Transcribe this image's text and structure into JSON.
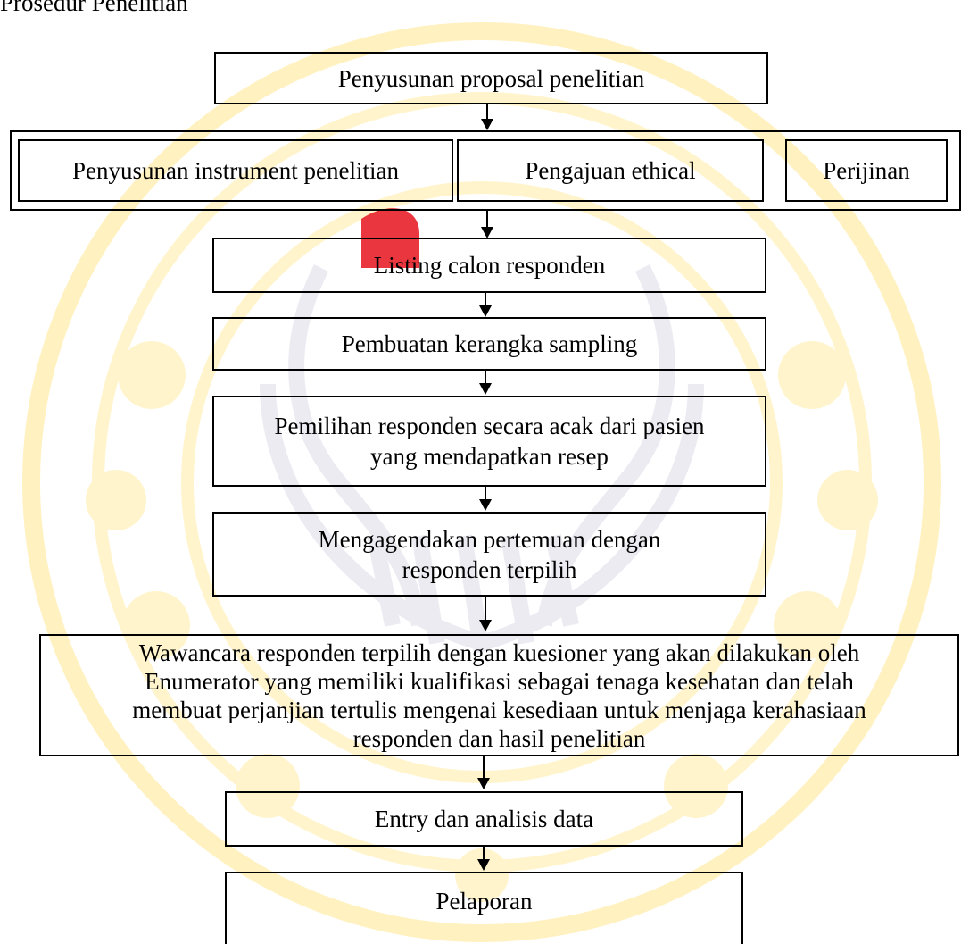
{
  "heading": "Prosedur Penelitian",
  "steps": {
    "proposal": "Penyusunan proposal penelitian",
    "instrument": "Penyusunan instrument penelitian",
    "ethical": "Pengajuan ethical",
    "perijinan": "Perijinan",
    "listing": "Listing calon responden",
    "sampling_frame": "Pembuatan kerangka sampling",
    "random_selection_line1": "Pemilihan responden secara acak dari pasien",
    "random_selection_line2": "yang mendapatkan resep",
    "meeting_line1": "Mengagendakan pertemuan dengan",
    "meeting_line2": "responden terpilih",
    "interview_line1": "Wawancara responden terpilih dengan kuesioner yang akan dilakukan oleh",
    "interview_line2": "Enumerator yang memiliki kualifikasi sebagai tenaga kesehatan dan telah",
    "interview_line3": "membuat perjanjian tertulis mengenai kesediaan untuk menjaga kerahasiaan",
    "interview_line4": "responden dan hasil penelitian",
    "entry": "Entry dan analisis data",
    "report": "Pelaporan"
  },
  "colors": {
    "watermark": "#fff3c4",
    "watermark_dark": "#f3e6aa",
    "watermark_red": "#e8202a"
  }
}
